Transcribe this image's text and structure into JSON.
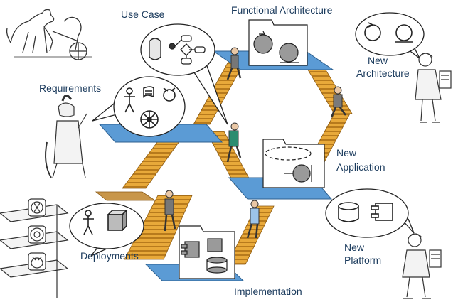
{
  "labels": {
    "use_case": "Use Case",
    "functional_architecture": "Functional Architecture",
    "new_architecture": [
      "New",
      "Architecture"
    ],
    "requirements": "Requirements",
    "new_application": [
      "New",
      "Application"
    ],
    "new_platform": [
      "New",
      "Platform"
    ],
    "deployments": "Deployments",
    "implementation": "Implementation"
  },
  "colors": {
    "label_text": "#1a3a5c",
    "platform_fill": "#5b9bd5",
    "stair_fill": "#e8a93a",
    "bubble_fill": "#ffffff",
    "line": "#222222"
  },
  "icons": {
    "use_case_bubble": [
      "actor-mask-icon",
      "activity-diagram-icon"
    ],
    "requirements_bubble": [
      "actor-icon",
      "scroll-icon",
      "boundary-icon",
      "wheel-icon",
      "entity-icon"
    ],
    "new_architecture_bubble": [
      "control-icon",
      "entity-icon"
    ],
    "new_platform_bubble": [
      "database-icon",
      "component-icon"
    ],
    "deployments_bubble": [
      "actor-icon",
      "node-cube-icon"
    ]
  }
}
